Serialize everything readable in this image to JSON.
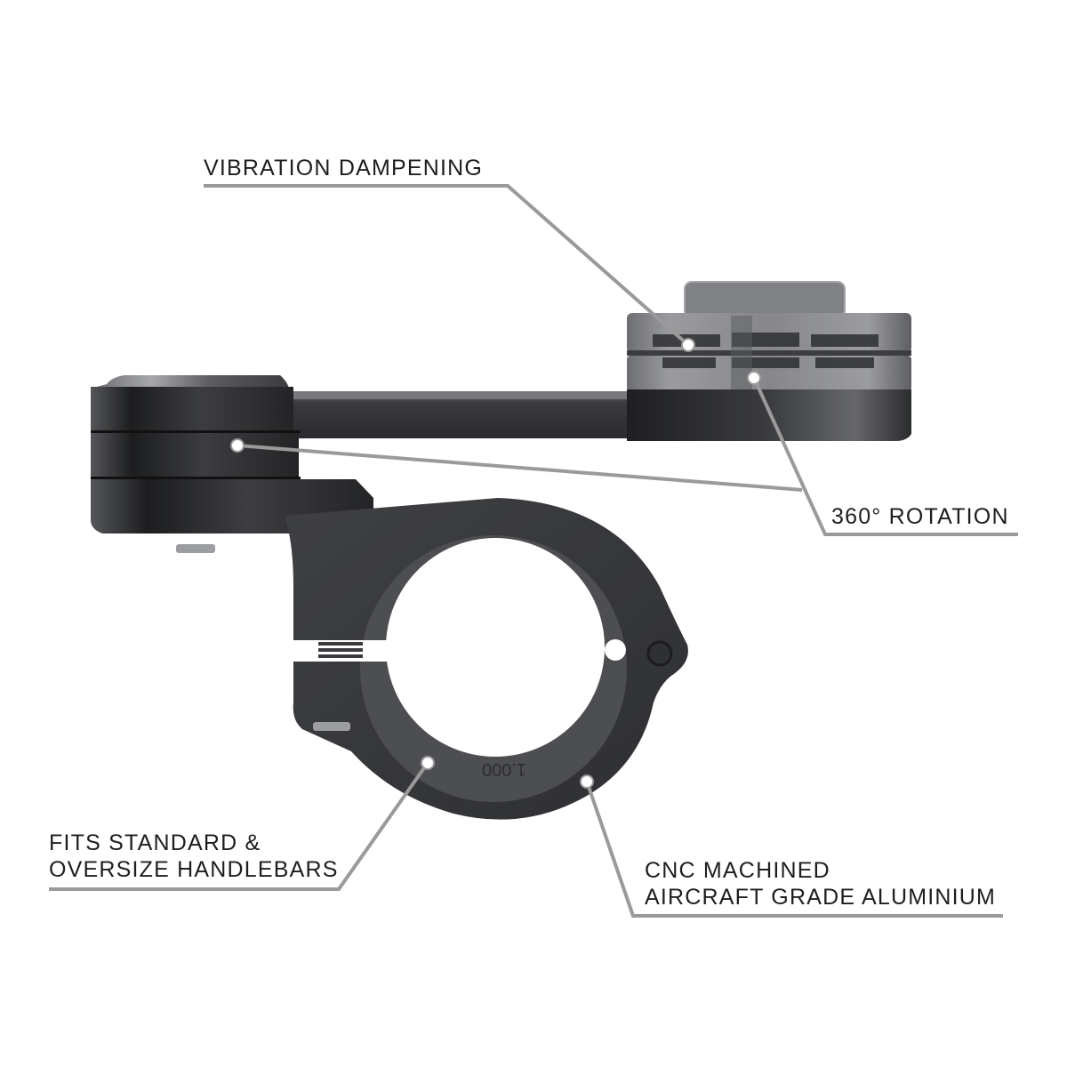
{
  "callouts": {
    "vibration": {
      "lines": [
        "VIBRATION DAMPENING"
      ]
    },
    "rotation": {
      "lines": [
        "360° ROTATION"
      ]
    },
    "handlebars": {
      "lines": [
        "FITS STANDARD &",
        "OVERSIZE HANDLEBARS"
      ]
    },
    "material": {
      "lines": [
        "CNC MACHINED",
        "AIRCRAFT GRADE ALUMINIUM"
      ]
    }
  },
  "product": {
    "clamp_engraving": "1.000"
  },
  "colors": {
    "background": "#ffffff",
    "leader_line": "#9a9a9a",
    "text": "#1e1e1e",
    "body_dark": "#2a2b2d",
    "body_mid": "#4a4b4e",
    "head_grey": "#7d7e82"
  }
}
